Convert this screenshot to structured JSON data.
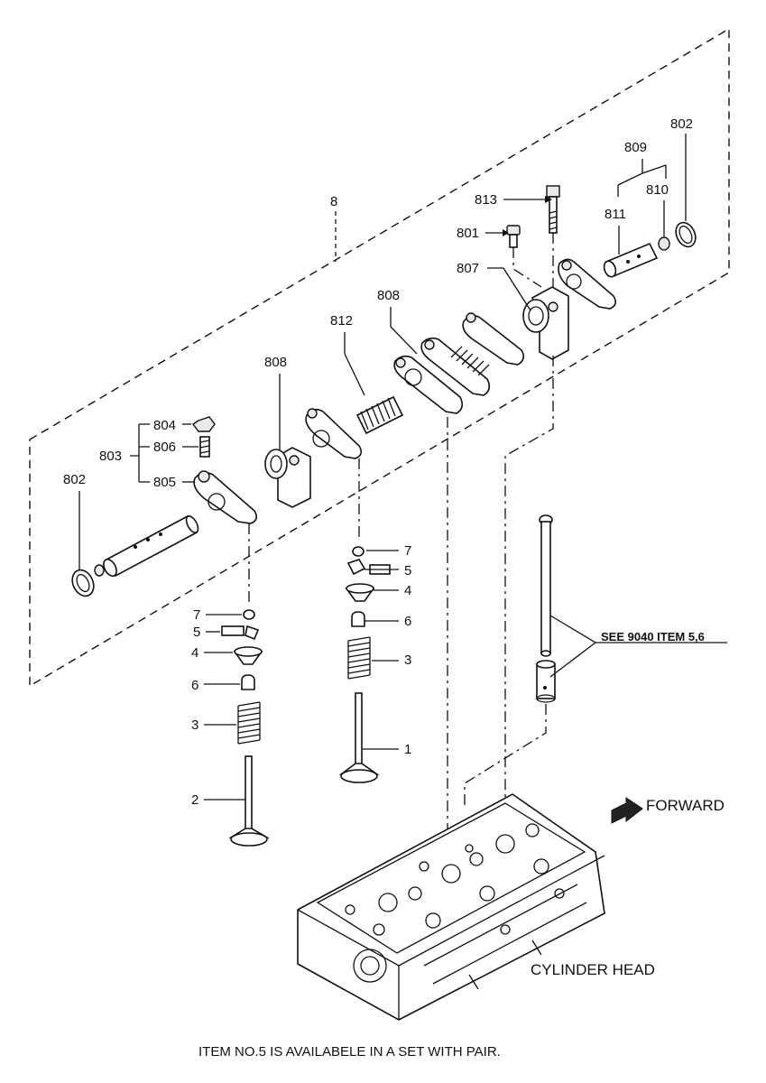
{
  "labels": {
    "l8": "8",
    "l802_right": "802",
    "l809": "809",
    "l810": "810",
    "l811": "811",
    "l813": "813",
    "l801": "801",
    "l807": "807",
    "l808_top": "808",
    "l812": "812",
    "l808_left": "808",
    "l804": "804",
    "l806": "806",
    "l803": "803",
    "l805": "805",
    "l802_left": "802",
    "r7": "7",
    "r5": "5",
    "r4": "4",
    "r6": "6",
    "r3": "3",
    "r1": "1",
    "lft7": "7",
    "lft5": "5",
    "lft4": "4",
    "lft6": "6",
    "lft3": "3",
    "lft2": "2"
  },
  "see_note": "SEE 9040 ITEM 5,6",
  "forward": "FORWARD",
  "cylinder_head": "CYLINDER HEAD",
  "footer_note": "ITEM NO.5 IS AVAILABELE IN A SET WITH PAIR."
}
